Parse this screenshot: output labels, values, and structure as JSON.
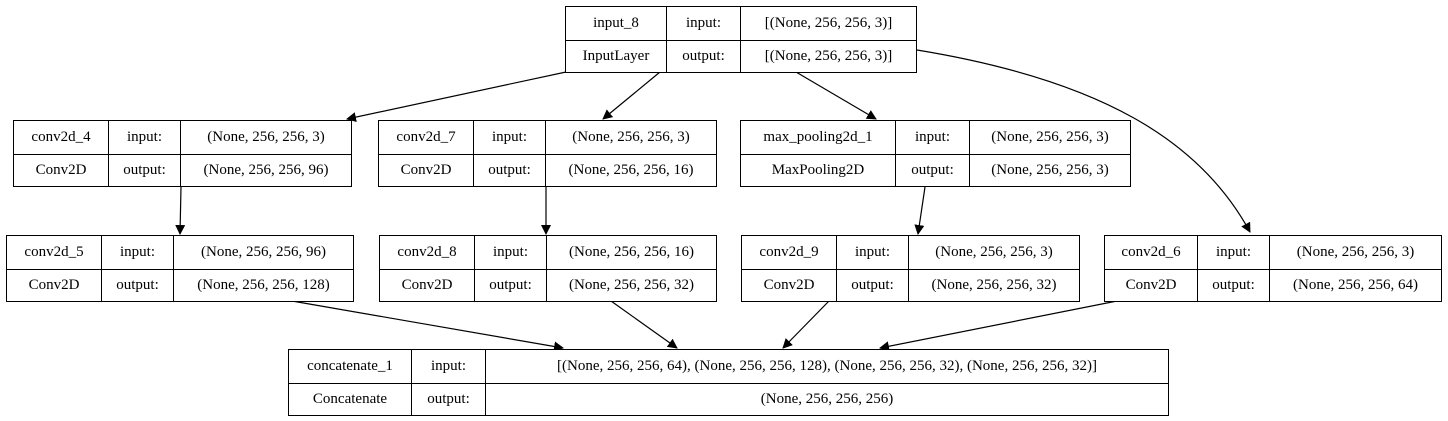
{
  "labels": {
    "input": "input:",
    "output": "output:"
  },
  "nodes": [
    {
      "id": "input_8",
      "name": "input_8",
      "type": "InputLayer",
      "input": "[(None, 256, 256, 3)]",
      "output": "[(None, 256, 256, 3)]"
    },
    {
      "id": "conv2d_4",
      "name": "conv2d_4",
      "type": "Conv2D",
      "input": "(None, 256, 256, 3)",
      "output": "(None, 256, 256, 96)"
    },
    {
      "id": "conv2d_7",
      "name": "conv2d_7",
      "type": "Conv2D",
      "input": "(None, 256, 256, 3)",
      "output": "(None, 256, 256, 16)"
    },
    {
      "id": "max_pooling2d_1",
      "name": "max_pooling2d_1",
      "type": "MaxPooling2D",
      "input": "(None, 256, 256, 3)",
      "output": "(None, 256, 256, 3)"
    },
    {
      "id": "conv2d_5",
      "name": "conv2d_5",
      "type": "Conv2D",
      "input": "(None, 256, 256, 96)",
      "output": "(None, 256, 256, 128)"
    },
    {
      "id": "conv2d_8",
      "name": "conv2d_8",
      "type": "Conv2D",
      "input": "(None, 256, 256, 16)",
      "output": "(None, 256, 256, 32)"
    },
    {
      "id": "conv2d_9",
      "name": "conv2d_9",
      "type": "Conv2D",
      "input": "(None, 256, 256, 3)",
      "output": "(None, 256, 256, 32)"
    },
    {
      "id": "conv2d_6",
      "name": "conv2d_6",
      "type": "Conv2D",
      "input": "(None, 256, 256, 3)",
      "output": "(None, 256, 256, 64)"
    },
    {
      "id": "concatenate_1",
      "name": "concatenate_1",
      "type": "Concatenate",
      "input": "[(None, 256, 256, 64), (None, 256, 256, 128), (None, 256, 256, 32), (None, 256, 256, 32)]",
      "output": "(None, 256, 256, 256)"
    }
  ],
  "edges": [
    {
      "from": "input_8",
      "to": "conv2d_4"
    },
    {
      "from": "input_8",
      "to": "conv2d_7"
    },
    {
      "from": "input_8",
      "to": "max_pooling2d_1"
    },
    {
      "from": "input_8",
      "to": "conv2d_6"
    },
    {
      "from": "conv2d_4",
      "to": "conv2d_5"
    },
    {
      "from": "conv2d_7",
      "to": "conv2d_8"
    },
    {
      "from": "max_pooling2d_1",
      "to": "conv2d_9"
    },
    {
      "from": "conv2d_5",
      "to": "concatenate_1"
    },
    {
      "from": "conv2d_8",
      "to": "concatenate_1"
    },
    {
      "from": "conv2d_9",
      "to": "concatenate_1"
    },
    {
      "from": "conv2d_6",
      "to": "concatenate_1"
    }
  ]
}
